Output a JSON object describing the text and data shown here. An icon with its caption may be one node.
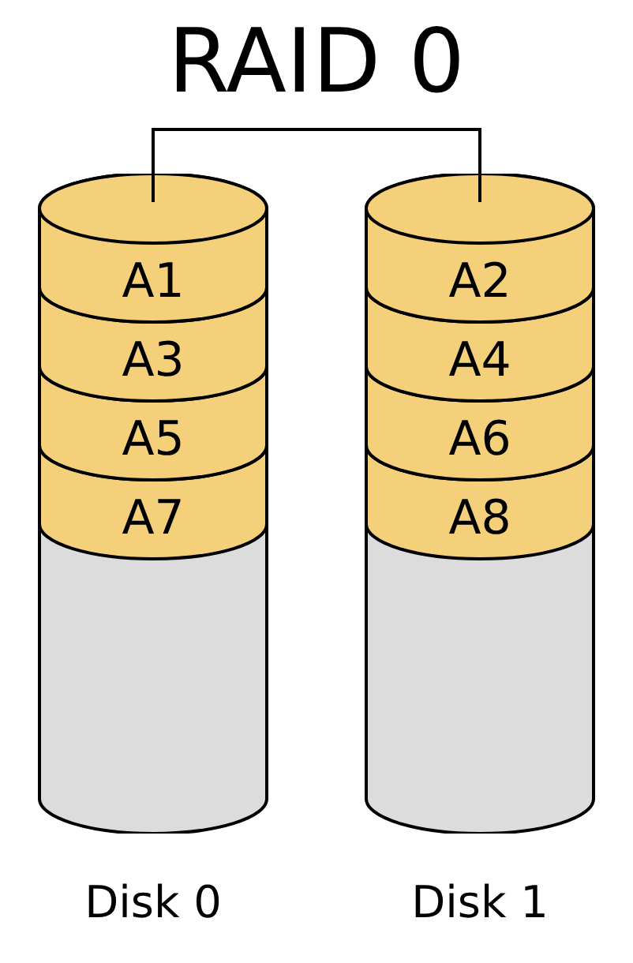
{
  "diagram": {
    "title": "RAID 0",
    "nodes": [
      {
        "text": [],
        "shape": "cylinder",
        "beside": [
          "Disk 0"
        ]
      },
      {
        "text": [
          "A1"
        ],
        "in": 0
      },
      {
        "text": [
          "A3"
        ],
        "in": 0
      },
      {
        "text": [
          "A5"
        ],
        "in": 0
      },
      {
        "text": [
          "A7"
        ],
        "in": 0
      },
      {
        "text": [],
        "shape": "cylinder",
        "beside": [
          "Disk 1"
        ]
      },
      {
        "text": [
          "A2"
        ],
        "in": 5
      },
      {
        "text": [
          "A4"
        ],
        "in": 5
      },
      {
        "text": [
          "A6"
        ],
        "in": 5
      },
      {
        "text": [
          "A8"
        ],
        "in": 5
      }
    ],
    "edges": [
      {
        "from": 0,
        "to": 5,
        "arrow": "none"
      }
    ]
  }
}
